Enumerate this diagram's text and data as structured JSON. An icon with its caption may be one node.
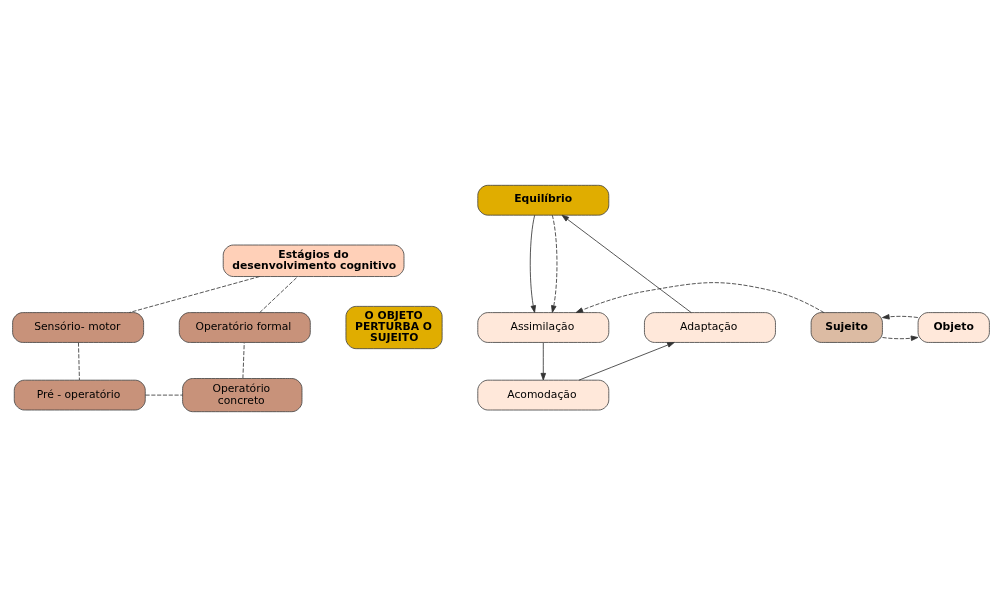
{
  "diagram": {
    "nodes": [
      {
        "text": [
          "Equilíbrio"
        ]
      },
      {
        "text": [
          "Estágios do desenvolvimento cognitivo"
        ]
      },
      {
        "text": [
          "Operatório formal"
        ]
      },
      {
        "text": [
          "Sensório- motor"
        ]
      },
      {
        "text": [
          "Assimilação"
        ]
      },
      {
        "text": [
          "Sujeito"
        ]
      },
      {
        "text": [
          "O OBJETO PERTURBA O SUJEITO"
        ]
      },
      {
        "text": [
          "Objeto"
        ]
      },
      {
        "text": [
          "Adaptação"
        ]
      },
      {
        "text": [
          "Operatório concreto"
        ]
      },
      {
        "text": [
          "Pré - operatório"
        ]
      },
      {
        "text": [
          "Acomodação"
        ]
      }
    ],
    "edges": [
      {
        "from": 0,
        "to": 4,
        "arrow": "to"
      },
      {
        "from": 4,
        "to": 11,
        "arrow": "to"
      },
      {
        "from": 11,
        "to": 8,
        "arrow": "to"
      },
      {
        "from": 8,
        "to": 0,
        "arrow": "to"
      },
      {
        "from": 0,
        "to": 4,
        "arrow": "to",
        "style": "dashed"
      },
      {
        "from": 5,
        "to": 4,
        "arrow": "to",
        "style": "dashed"
      },
      {
        "from": 5,
        "to": 7,
        "arrow": "to",
        "style": "dashed"
      },
      {
        "from": 7,
        "to": 5,
        "arrow": "to",
        "style": "dashed"
      },
      {
        "from": 1,
        "to": 3,
        "arrow": "none",
        "style": "dashed"
      },
      {
        "from": 3,
        "to": 10,
        "arrow": "none",
        "style": "dashed"
      },
      {
        "from": 10,
        "to": 9,
        "arrow": "none",
        "style": "dashed"
      },
      {
        "from": 9,
        "to": 2,
        "arrow": "none",
        "style": "dashed"
      },
      {
        "from": 2,
        "to": 1,
        "arrow": "none",
        "style": "dashed"
      }
    ]
  }
}
